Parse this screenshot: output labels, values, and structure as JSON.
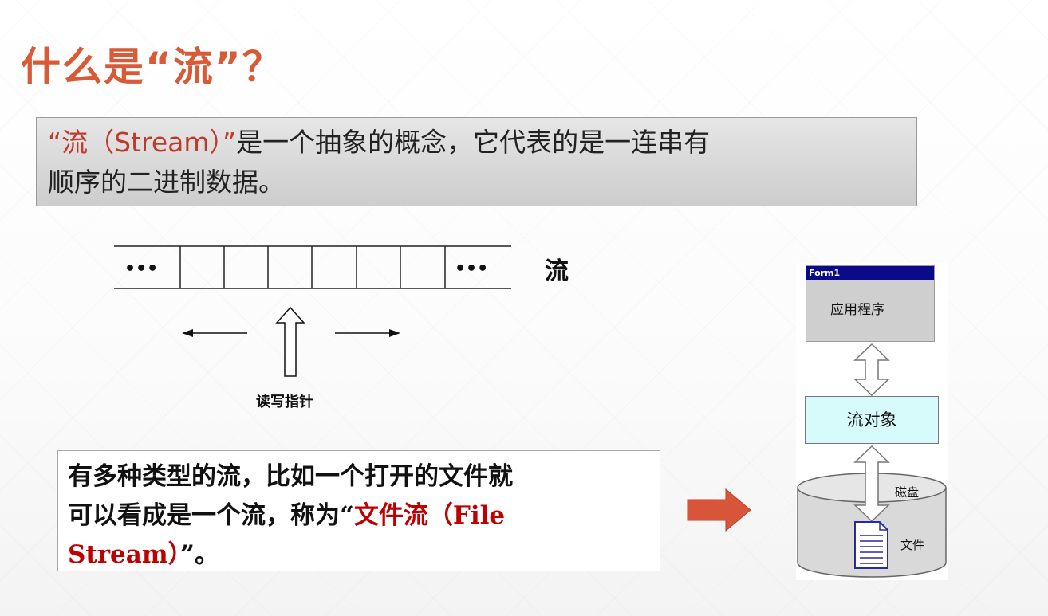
{
  "slide": {
    "title": "什么是“流”？",
    "definition": {
      "quoted_term": "“流（Stream）”",
      "text_line1": "是一个抽象的概念，它代表的是一连串有",
      "text_line2": "顺序的二进制数据。"
    },
    "stream_diagram": {
      "left_ellipsis": "•••",
      "right_ellipsis": "•••",
      "label": "流",
      "pointer_label": "读写指针"
    },
    "file_stream_note": {
      "line1": "有多种类型的流，比如一个打开的文件就",
      "line2_prefix": "可以看成是一个流，称为“",
      "highlight_a": "文件流（File",
      "highlight_b": "Stream）",
      "suffix": "”。"
    },
    "system_diagram": {
      "window_title": "Form1",
      "app_label": "应用程序",
      "stream_object_label": "流对象",
      "disk_label": "磁盘",
      "file_label": "文件"
    },
    "colors": {
      "title": "#d85a37",
      "highlight": "#c00000",
      "arrow": "#d8553a",
      "titlebar": "#0b0b8a",
      "stream_object_fill": "#d7fafa"
    }
  }
}
